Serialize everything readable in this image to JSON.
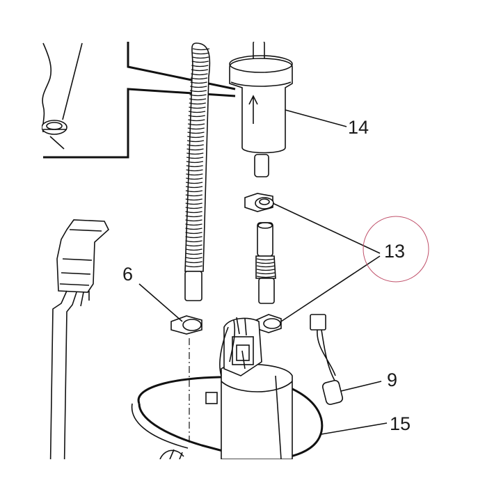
{
  "diagram": {
    "type": "exploded-parts-view",
    "callouts": [
      {
        "id": "c14",
        "label": "14"
      },
      {
        "id": "c13",
        "label": "13"
      },
      {
        "id": "c6",
        "label": "6"
      },
      {
        "id": "c9",
        "label": "9"
      },
      {
        "id": "c15",
        "label": "15"
      }
    ],
    "highlight": {
      "label": "13",
      "color": "#c0506a"
    }
  }
}
